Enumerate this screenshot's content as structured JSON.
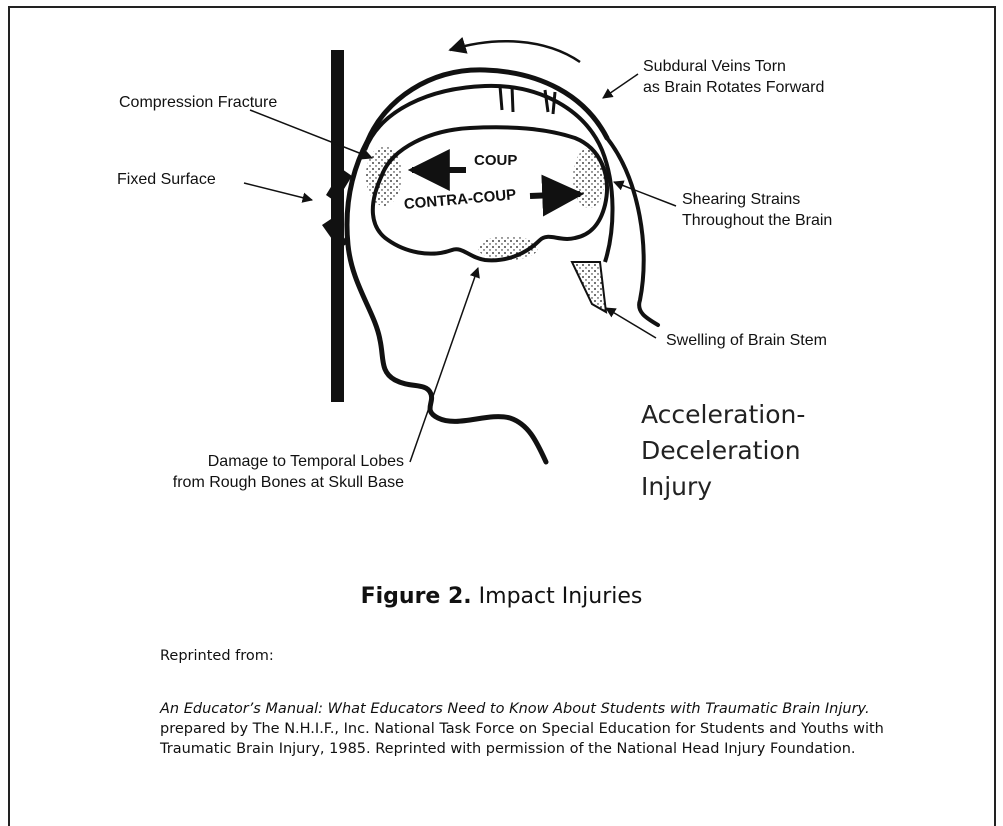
{
  "labels": {
    "compression_fracture": "Compression Fracture",
    "fixed_surface": "Fixed Surface",
    "subdural_line1": "Subdural Veins Torn",
    "subdural_line2": "as Brain Rotates Forward",
    "shearing_line1": "Shearing Strains",
    "shearing_line2": "Throughout the Brain",
    "swelling": "Swelling of Brain Stem",
    "temporal_line1": "Damage to Temporal Lobes",
    "temporal_line2": "from Rough Bones at Skull Base",
    "coup": "COUP",
    "contra_coup": "CONTRA-COUP"
  },
  "diagram_title": {
    "line1": "Acceleration-",
    "line2": "Deceleration",
    "line3": "Injury"
  },
  "caption": {
    "figure": "Figure 2.",
    "title": "Impact Injuries"
  },
  "reprint": {
    "heading": "Reprinted from:",
    "title_italic": "An Educator’s Manual: What Educators Need to Know About Students with Traumatic Brain Injury.",
    "rest": " prepared by The N.H.I.F., Inc. National Task Force on Special Education for Students and Youths with Traumatic Brain Injury, 1985. Reprinted with permission of the National Head Injury Foundation."
  }
}
